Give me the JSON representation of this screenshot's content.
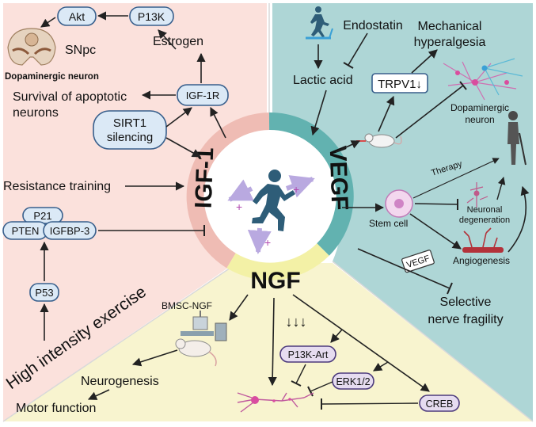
{
  "colors": {
    "igf_panel": "#fbe1dc",
    "vegf_panel": "#aed6d6",
    "ngf_panel": "#f8f4cf",
    "igf_ring": "#efbcb4",
    "vegf_ring": "#62b2b0",
    "ngf_ring": "#f3f1a6",
    "bubble_fill": "#dbe9f6",
    "bubble_stroke": "#385f8c",
    "purple_fill": "#e6dcf0",
    "purple_stroke": "#4c3a7c",
    "runner": "#2e5d78",
    "arrow": "#222222"
  },
  "hub": {
    "igf1": "IGF-1",
    "vegf": "VEGF",
    "ngf": "NGF",
    "runner_icon": "running-person-icon"
  },
  "igf": {
    "akt": "Akt",
    "p13k": "P13K",
    "snpc": "SNpc",
    "dopaminergic_neuron": "Dopaminergic neuron",
    "estrogen": "Estrogen",
    "igf1r": "IGF-1R",
    "survival_line1": "Survival of apoptotic",
    "survival_line2": "neurons",
    "sirt1_line1": "SIRT1",
    "sirt1_line2": "silencing",
    "resistance_training": "Resistance training",
    "p21": "P21",
    "pten": "PTEN",
    "igfbp3": "IGFBP-3",
    "p53": "P53",
    "high_intensity": "High intensity exercise"
  },
  "vegf": {
    "endostatin": "Endostatin",
    "mech_line1": "Mechanical",
    "mech_line2": "hyperalgesia",
    "lactic_acid": "Lactic acid",
    "trpv1": "TRPV1↓",
    "dopa_line1": "Dopaminergic",
    "dopa_line2": "neuron",
    "therapy": "Therapy",
    "stem_cell": "Stem cell",
    "neuro_line1": "Neuronal",
    "neuro_line2": "degeneration",
    "angiogenesis": "Angiogenesis",
    "vegf_tag": "VEGF",
    "fragility_line1": "Selective",
    "fragility_line2": "nerve fragility"
  },
  "ngf": {
    "bmsc_ngf": "BMSC-NGF",
    "down_arrows": "↓↓↓",
    "p13k_art": "P13K-Art",
    "erk12": "ERK1/2",
    "creb": "CREB",
    "neurogenesis": "Neurogenesis",
    "motor_function": "Motor function"
  }
}
